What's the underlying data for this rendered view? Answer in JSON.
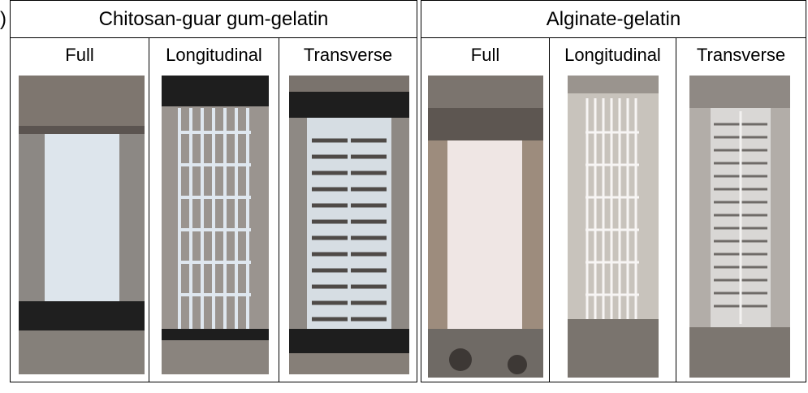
{
  "figure": {
    "panel_marker": ")",
    "groups": [
      {
        "title": "Chitosan-guar gum-gelatin",
        "columns": [
          "Full",
          "Longitudinal",
          "Transverse"
        ]
      },
      {
        "title": "Alginate-gelatin",
        "columns": [
          "Full",
          "Longitudinal",
          "Transverse"
        ]
      }
    ],
    "colors": {
      "metal_grip": "#7d7670",
      "rubber_pad": "#1e1e1e",
      "gel_chitosan": "#d9e2ea",
      "gel_alginate": "#efe6e4",
      "background_blur": "#8f8a86"
    }
  }
}
